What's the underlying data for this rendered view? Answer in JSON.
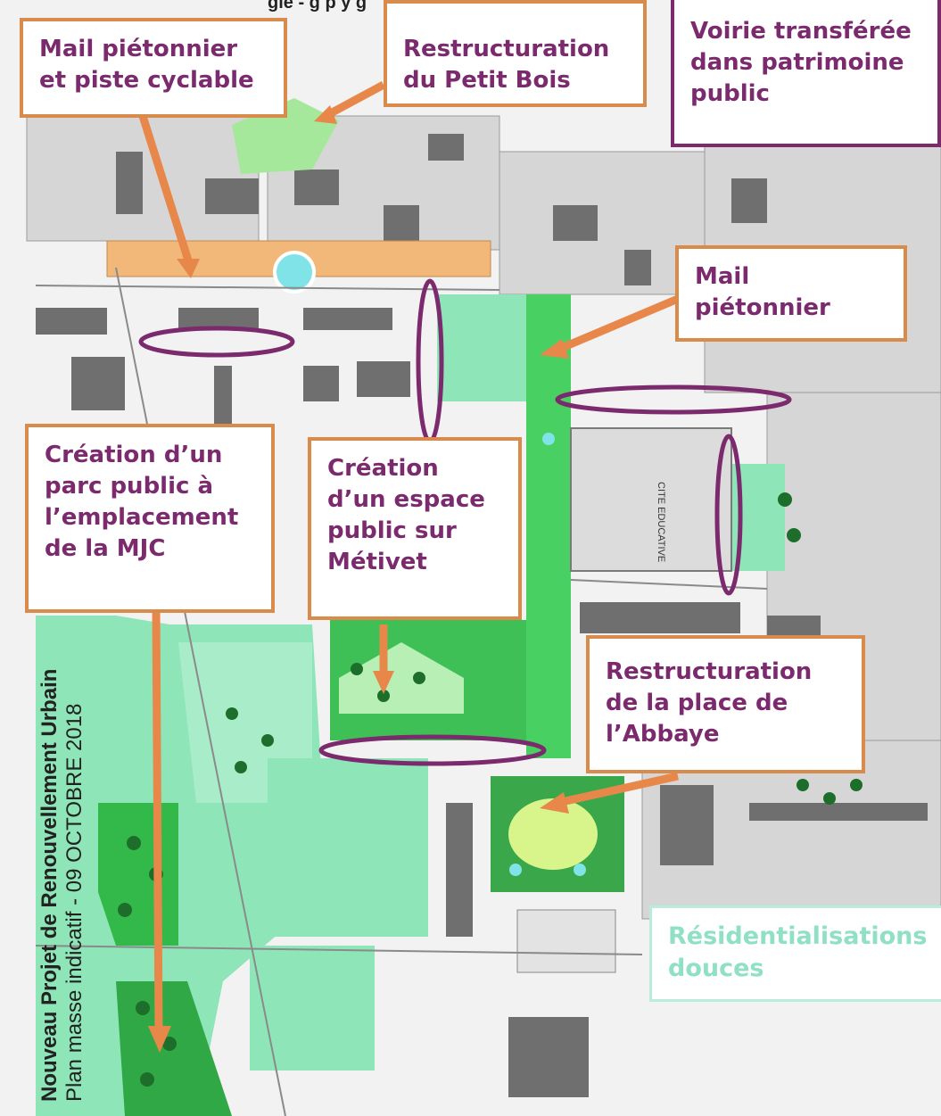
{
  "header": {
    "title_partial": "gle       -         g          p   y g"
  },
  "callouts": {
    "mail_pieton_cyclable": "Mail piétonnier\net piste cyclable",
    "petit_bois": "Restructuration\ndu Petit Bois",
    "voirie": "Voirie transférée\ndans patrimoine\npublic",
    "mail_pieton": "Mail\npiétonnier",
    "parc_public": "Création d’un\nparc public à\nl’emplacement\nde la MJC",
    "espace_public": "Création\nd’un espace\npublic sur\nMétivet",
    "place_abbaye": "Restructuration\nde la place de\nl’Abbaye",
    "residentialisations": "Résidentialisations\ndouces"
  },
  "map_labels": {
    "cite_educative": "CITE EDUCATIVE",
    "vertical_line1": "Nouveau Projet de Renouvellement Urbain",
    "vertical_line2": "Plan masse indicatif - 09 OCTOBRE 2018"
  },
  "colors": {
    "orange_border": "#d98b4c",
    "purple": "#7b2a6e",
    "light_green": "#8ee6b8",
    "dark_green": "#33b84a",
    "teal_text": "#8fe0c4"
  }
}
